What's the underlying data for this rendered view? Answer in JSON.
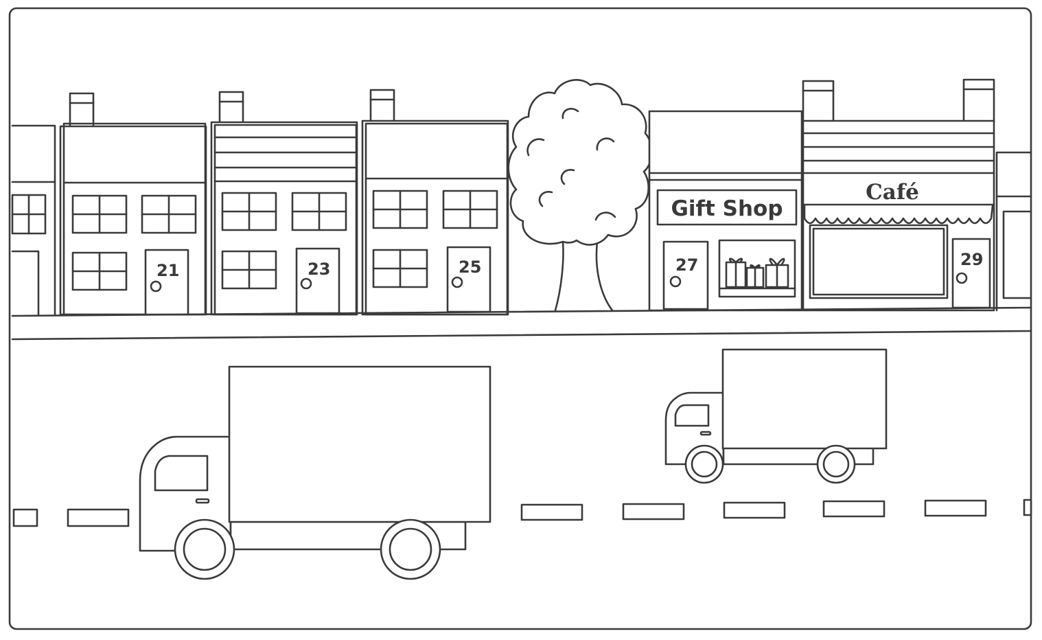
{
  "scene": {
    "houses": [
      {
        "number": "21"
      },
      {
        "number": "23"
      },
      {
        "number": "25"
      },
      {
        "number": "27"
      },
      {
        "number": "29"
      }
    ],
    "gift_shop_sign": "Gift Shop",
    "cafe_sign": "Café"
  }
}
